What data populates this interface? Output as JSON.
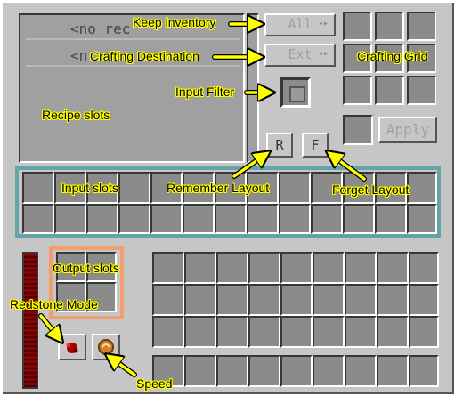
{
  "recipes": {
    "row1": "<no rec",
    "row2": "<n"
  },
  "buttons": {
    "all": "All",
    "ext": "Ext",
    "apply": "Apply",
    "remember": "R",
    "forget": "F",
    "cycle_arrows": "◂▸"
  },
  "annotations": {
    "keep_inventory": "Keep inventory",
    "crafting_destination": "Crafting Destination",
    "crafting_grid": "Crafting Grid",
    "input_filter": "Input Filter",
    "recipe_slots": "Recipe slots",
    "input_slots": "Input slots",
    "remember_layout": "Remember Layout",
    "forget_layout": "Forget Layout",
    "output_slots": "Output slots",
    "redstone_mode": "Redstone Mode",
    "speed": "Speed"
  },
  "colors": {
    "annotation_highlight": "#ffff00",
    "input_frame": "#64a4a8",
    "output_frame": "#f0a070",
    "energy_bar": "#8b0000"
  },
  "icons": {
    "redstone_mode": "redstone-dust-icon",
    "speed": "speed-upgrade-icon",
    "input_filter": "filter-icon"
  }
}
